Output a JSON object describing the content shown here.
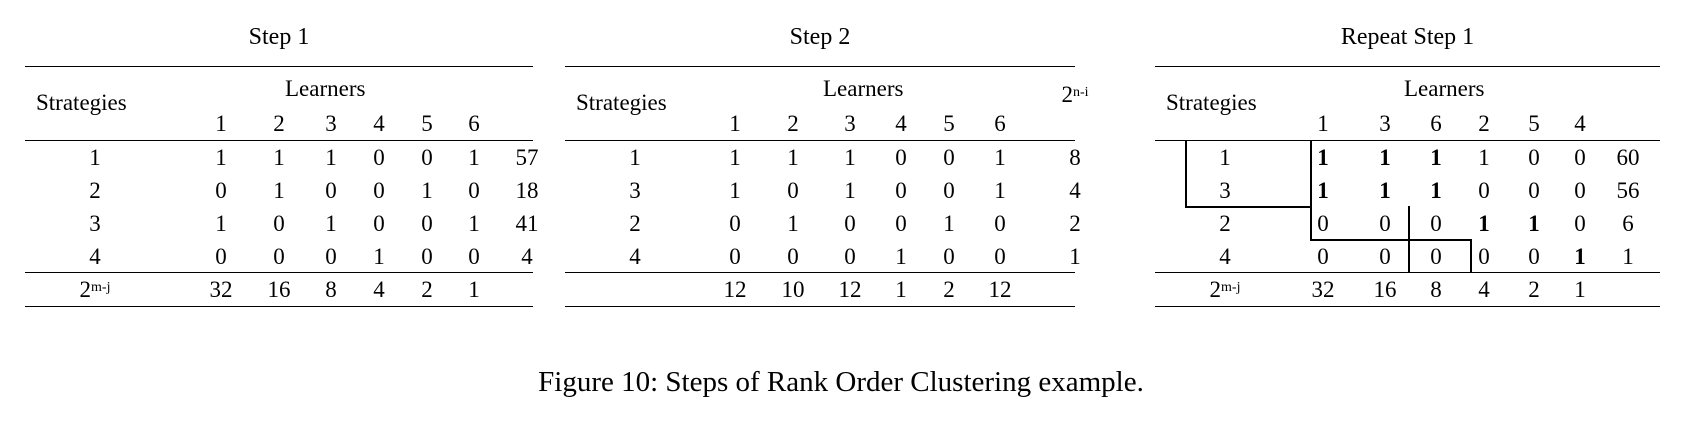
{
  "figure_caption": "Figure 10: Steps of Rank Order Clustering example.",
  "panels": [
    {
      "title": "Step 1",
      "strategies_label": "Strategies",
      "learners_label": "Learners",
      "extra_header_base": "",
      "extra_header_sup": "",
      "learner_columns": [
        "1",
        "2",
        "3",
        "4",
        "5",
        "6"
      ],
      "rows": [
        {
          "strategy": "1",
          "values": [
            "1",
            "1",
            "1",
            "0",
            "0",
            "1"
          ],
          "extra": "57"
        },
        {
          "strategy": "2",
          "values": [
            "0",
            "1",
            "0",
            "0",
            "1",
            "0"
          ],
          "extra": "18"
        },
        {
          "strategy": "3",
          "values": [
            "1",
            "0",
            "1",
            "0",
            "0",
            "1"
          ],
          "extra": "41"
        },
        {
          "strategy": "4",
          "values": [
            "0",
            "0",
            "0",
            "1",
            "0",
            "0"
          ],
          "extra": "4"
        }
      ],
      "footer_label_base": "2",
      "footer_label_sup": "m-j",
      "footer_values": [
        "32",
        "16",
        "8",
        "4",
        "2",
        "1"
      ]
    },
    {
      "title": "Step 2",
      "strategies_label": "Strategies",
      "learners_label": "Learners",
      "extra_header_base": "2",
      "extra_header_sup": "n-i",
      "learner_columns": [
        "1",
        "2",
        "3",
        "4",
        "5",
        "6"
      ],
      "rows": [
        {
          "strategy": "1",
          "values": [
            "1",
            "1",
            "1",
            "0",
            "0",
            "1"
          ],
          "extra": "8"
        },
        {
          "strategy": "3",
          "values": [
            "1",
            "0",
            "1",
            "0",
            "0",
            "1"
          ],
          "extra": "4"
        },
        {
          "strategy": "2",
          "values": [
            "0",
            "1",
            "0",
            "0",
            "1",
            "0"
          ],
          "extra": "2"
        },
        {
          "strategy": "4",
          "values": [
            "0",
            "0",
            "0",
            "1",
            "0",
            "0"
          ],
          "extra": "1"
        }
      ],
      "footer_label_base": "",
      "footer_label_sup": "",
      "footer_values": [
        "12",
        "10",
        "12",
        "1",
        "2",
        "12"
      ]
    },
    {
      "title": "Repeat Step 1",
      "strategies_label": "Strategies",
      "learners_label": "Learners",
      "extra_header_base": "",
      "extra_header_sup": "",
      "learner_columns": [
        "1",
        "3",
        "6",
        "2",
        "5",
        "4"
      ],
      "rows": [
        {
          "strategy": "1",
          "values": [
            "1",
            "1",
            "1",
            "1",
            "0",
            "0"
          ],
          "extra": "60",
          "bold": [
            0,
            1,
            2
          ]
        },
        {
          "strategy": "3",
          "values": [
            "1",
            "1",
            "1",
            "0",
            "0",
            "0"
          ],
          "extra": "56",
          "bold": [
            0,
            1,
            2
          ]
        },
        {
          "strategy": "2",
          "values": [
            "0",
            "0",
            "0",
            "1",
            "1",
            "0"
          ],
          "extra": "6",
          "bold": [
            3,
            4
          ]
        },
        {
          "strategy": "4",
          "values": [
            "0",
            "0",
            "0",
            "0",
            "0",
            "1"
          ],
          "extra": "1",
          "bold": [
            5
          ]
        }
      ],
      "footer_label_base": "2",
      "footer_label_sup": "m-j",
      "footer_values": [
        "32",
        "16",
        "8",
        "4",
        "2",
        "1"
      ]
    }
  ]
}
